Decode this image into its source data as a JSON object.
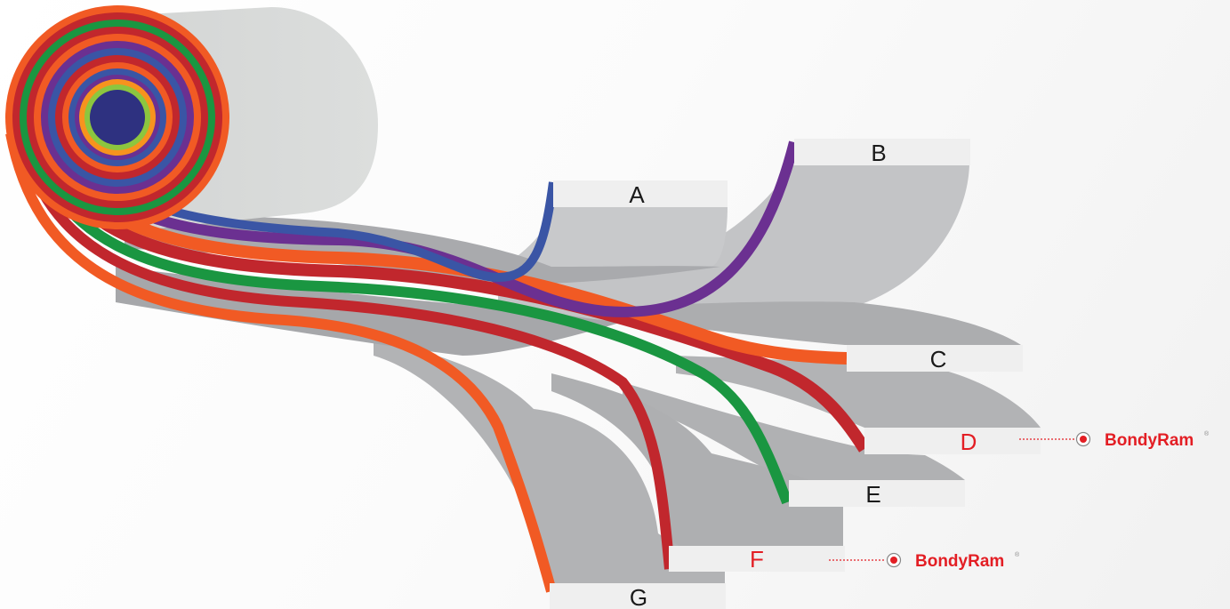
{
  "layers": [
    {
      "id": "A",
      "label": "A",
      "color": "#3a55a5",
      "highlight": false
    },
    {
      "id": "B",
      "label": "B",
      "color": "#6b3091",
      "highlight": false
    },
    {
      "id": "C",
      "label": "C",
      "color": "#f15a24",
      "highlight": false
    },
    {
      "id": "D",
      "label": "D",
      "color": "#c1272d",
      "highlight": true
    },
    {
      "id": "E",
      "label": "E",
      "color": "#1a9641",
      "highlight": false
    },
    {
      "id": "F",
      "label": "F",
      "color": "#c1272d",
      "highlight": true
    },
    {
      "id": "G",
      "label": "G",
      "color": "#f15a24",
      "highlight": false
    }
  ],
  "brand": {
    "name": "BondyRam",
    "registered_mark": "®",
    "color": "#e31e24"
  },
  "colors": {
    "sheet_grey": "#b3b4b6",
    "sheet_light": "#d9dad9",
    "label_strip": "#eeeeee",
    "core": "#2e3180",
    "highlight_text": "#e31e24",
    "normal_text": "#1a1a1a"
  }
}
